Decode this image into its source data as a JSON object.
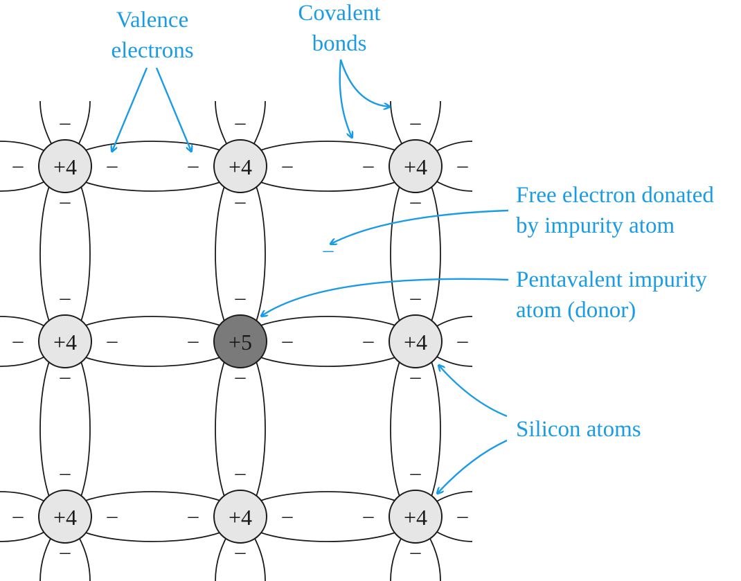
{
  "colors": {
    "accent": "#1a9be6",
    "atom_fill": "#e6e6e6",
    "impurity_fill": "#7a7a7a",
    "line": "#1a1a1a"
  },
  "lattice": {
    "atoms": [
      {
        "row": 0,
        "col": 0,
        "charge": "+4",
        "kind": "silicon"
      },
      {
        "row": 0,
        "col": 1,
        "charge": "+4",
        "kind": "silicon"
      },
      {
        "row": 0,
        "col": 2,
        "charge": "+4",
        "kind": "silicon"
      },
      {
        "row": 1,
        "col": 0,
        "charge": "+4",
        "kind": "silicon"
      },
      {
        "row": 1,
        "col": 1,
        "charge": "+5",
        "kind": "impurity"
      },
      {
        "row": 1,
        "col": 2,
        "charge": "+4",
        "kind": "silicon"
      },
      {
        "row": 2,
        "col": 0,
        "charge": "+4",
        "kind": "silicon"
      },
      {
        "row": 2,
        "col": 1,
        "charge": "+4",
        "kind": "silicon"
      },
      {
        "row": 2,
        "col": 2,
        "charge": "+4",
        "kind": "silicon"
      }
    ],
    "electron_symbol": "–",
    "free_electron_symbol": "–"
  },
  "labels": {
    "valence": [
      "Valence",
      "electrons"
    ],
    "covalent": [
      "Covalent",
      "bonds"
    ],
    "free_electron": [
      "Free electron donated",
      "by impurity atom"
    ],
    "pentavalent": [
      "Pentavalent impurity",
      "atom (donor)"
    ],
    "silicon": [
      "Silicon atoms"
    ]
  }
}
